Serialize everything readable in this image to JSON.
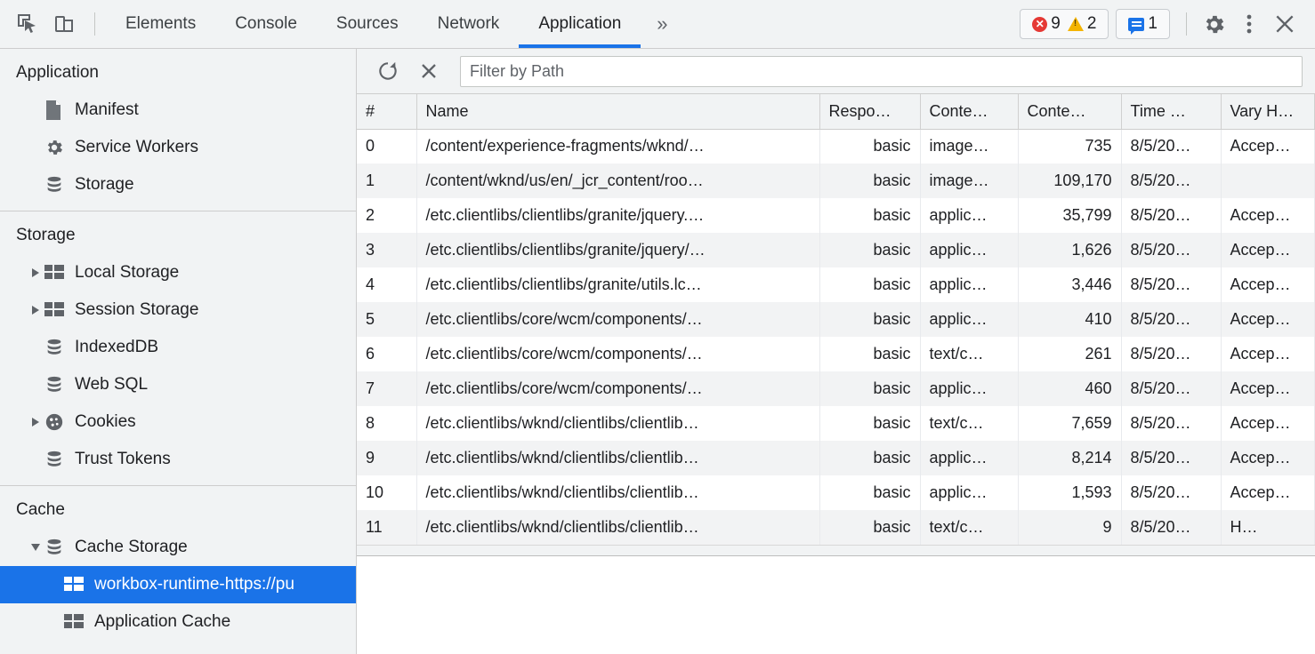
{
  "toolbar": {
    "inspect_icon": "inspect-cursor-icon",
    "device_icon": "device-toolbar-icon",
    "tabs": [
      {
        "label": "Elements",
        "active": false
      },
      {
        "label": "Console",
        "active": false
      },
      {
        "label": "Sources",
        "active": false
      },
      {
        "label": "Network",
        "active": false
      },
      {
        "label": "Application",
        "active": true
      }
    ],
    "more_tabs_label": "»",
    "errors_count": "9",
    "warnings_count": "2",
    "messages_count": "1",
    "settings_icon": "gear-icon",
    "more_icon": "kebab-menu-icon",
    "close_icon": "close-icon",
    "accent_color": "#1a73e8",
    "error_color": "#e53935",
    "warning_color": "#f4b400"
  },
  "sidebar": {
    "sections": [
      {
        "title": "Application",
        "items": [
          {
            "label": "Manifest",
            "icon": "manifest-document-icon",
            "twisty": "none",
            "indent": 1,
            "selected": false
          },
          {
            "label": "Service Workers",
            "icon": "gear-icon",
            "twisty": "none",
            "indent": 1,
            "selected": false
          },
          {
            "label": "Storage",
            "icon": "database-icon",
            "twisty": "none",
            "indent": 1,
            "selected": false
          }
        ]
      },
      {
        "title": "Storage",
        "items": [
          {
            "label": "Local Storage",
            "icon": "table-grid-icon",
            "twisty": "right",
            "indent": 1,
            "selected": false
          },
          {
            "label": "Session Storage",
            "icon": "table-grid-icon",
            "twisty": "right",
            "indent": 1,
            "selected": false
          },
          {
            "label": "IndexedDB",
            "icon": "database-icon",
            "twisty": "none",
            "indent": 1,
            "selected": false
          },
          {
            "label": "Web SQL",
            "icon": "database-icon",
            "twisty": "none",
            "indent": 1,
            "selected": false
          },
          {
            "label": "Cookies",
            "icon": "cookie-icon",
            "twisty": "right",
            "indent": 1,
            "selected": false
          },
          {
            "label": "Trust Tokens",
            "icon": "database-icon",
            "twisty": "none",
            "indent": 1,
            "selected": false
          }
        ]
      },
      {
        "title": "Cache",
        "items": [
          {
            "label": "Cache Storage",
            "icon": "database-icon",
            "twisty": "down",
            "indent": 1,
            "selected": false
          },
          {
            "label": "workbox-runtime-https://pu",
            "icon": "table-grid-icon",
            "twisty": "none",
            "indent": 2,
            "selected": true
          },
          {
            "label": "Application Cache",
            "icon": "table-grid-icon",
            "twisty": "none",
            "indent": 2,
            "selected": false
          }
        ]
      }
    ]
  },
  "cache_toolbar": {
    "refresh_icon": "refresh-icon",
    "delete_icon": "delete-x-icon",
    "filter_placeholder": "Filter by Path",
    "filter_value": ""
  },
  "table": {
    "columns": [
      {
        "key": "idx",
        "label": "#",
        "align": "left"
      },
      {
        "key": "name",
        "label": "Name",
        "align": "left"
      },
      {
        "key": "resp",
        "label": "Respo…",
        "align": "right"
      },
      {
        "key": "ct",
        "label": "Conte…",
        "align": "left"
      },
      {
        "key": "cl",
        "label": "Conte…",
        "align": "right"
      },
      {
        "key": "time",
        "label": "Time …",
        "align": "left"
      },
      {
        "key": "vary",
        "label": "Vary H…",
        "align": "left"
      }
    ],
    "rows": [
      {
        "idx": "0",
        "name": "/content/experience-fragments/wknd/…",
        "resp": "basic",
        "ct": "image…",
        "cl": "735",
        "time": "8/5/20…",
        "vary": "Accep…"
      },
      {
        "idx": "1",
        "name": "/content/wknd/us/en/_jcr_content/roo…",
        "resp": "basic",
        "ct": "image…",
        "cl": "109,170",
        "time": "8/5/20…",
        "vary": ""
      },
      {
        "idx": "2",
        "name": "/etc.clientlibs/clientlibs/granite/jquery.…",
        "resp": "basic",
        "ct": "applic…",
        "cl": "35,799",
        "time": "8/5/20…",
        "vary": "Accep…"
      },
      {
        "idx": "3",
        "name": "/etc.clientlibs/clientlibs/granite/jquery/…",
        "resp": "basic",
        "ct": "applic…",
        "cl": "1,626",
        "time": "8/5/20…",
        "vary": "Accep…"
      },
      {
        "idx": "4",
        "name": "/etc.clientlibs/clientlibs/granite/utils.lc…",
        "resp": "basic",
        "ct": "applic…",
        "cl": "3,446",
        "time": "8/5/20…",
        "vary": "Accep…"
      },
      {
        "idx": "5",
        "name": "/etc.clientlibs/core/wcm/components/…",
        "resp": "basic",
        "ct": "applic…",
        "cl": "410",
        "time": "8/5/20…",
        "vary": "Accep…"
      },
      {
        "idx": "6",
        "name": "/etc.clientlibs/core/wcm/components/…",
        "resp": "basic",
        "ct": "text/c…",
        "cl": "261",
        "time": "8/5/20…",
        "vary": "Accep…"
      },
      {
        "idx": "7",
        "name": "/etc.clientlibs/core/wcm/components/…",
        "resp": "basic",
        "ct": "applic…",
        "cl": "460",
        "time": "8/5/20…",
        "vary": "Accep…"
      },
      {
        "idx": "8",
        "name": "/etc.clientlibs/wknd/clientlibs/clientlib…",
        "resp": "basic",
        "ct": "text/c…",
        "cl": "7,659",
        "time": "8/5/20…",
        "vary": "Accep…"
      },
      {
        "idx": "9",
        "name": "/etc.clientlibs/wknd/clientlibs/clientlib…",
        "resp": "basic",
        "ct": "applic…",
        "cl": "8,214",
        "time": "8/5/20…",
        "vary": "Accep…"
      },
      {
        "idx": "10",
        "name": "/etc.clientlibs/wknd/clientlibs/clientlib…",
        "resp": "basic",
        "ct": "applic…",
        "cl": "1,593",
        "time": "8/5/20…",
        "vary": "Accep…"
      },
      {
        "idx": "11",
        "name": "/etc.clientlibs/wknd/clientlibs/clientlib…",
        "resp": "basic",
        "ct": "text/c…",
        "cl": "9",
        "time": "8/5/20…",
        "vary": "H…"
      }
    ]
  }
}
